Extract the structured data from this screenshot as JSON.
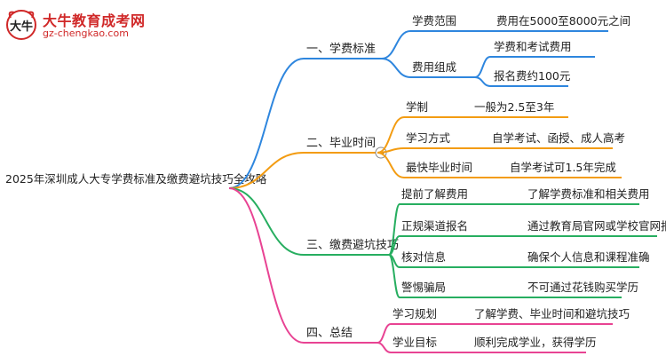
{
  "logo": {
    "title": "大牛教育成考网",
    "url": "gz-chengkao.com",
    "mark_text": "大牛"
  },
  "root": {
    "label": "2025年深圳成人大专学费标准及缴费避坑技巧全攻略"
  },
  "colors": {
    "branch_1": "#2e86de",
    "branch_2": "#f39c12",
    "branch_3": "#27ae60",
    "branch_4": "#e84393",
    "logo_red": "#d02828"
  },
  "branches": [
    {
      "label": "一、学费标准",
      "children": [
        {
          "label": "学费范围",
          "children": [
            {
              "label": "费用在5000至8000元之间"
            }
          ]
        },
        {
          "label": "费用组成",
          "children": [
            {
              "label": "学费和考试费用"
            },
            {
              "label": "报名费约100元"
            }
          ]
        }
      ]
    },
    {
      "label": "二、毕业时间",
      "collapse_symbol": "−",
      "children": [
        {
          "label": "学制",
          "children": [
            {
              "label": "一般为2.5至3年"
            }
          ]
        },
        {
          "label": "学习方式",
          "children": [
            {
              "label": "自学考试、函授、成人高考"
            }
          ]
        },
        {
          "label": "最快毕业时间",
          "children": [
            {
              "label": "自学考试可1.5年完成"
            }
          ]
        }
      ]
    },
    {
      "label": "三、缴费避坑技巧",
      "children": [
        {
          "label": "提前了解费用",
          "children": [
            {
              "label": "了解学费标准和相关费用"
            }
          ]
        },
        {
          "label": "正规渠道报名",
          "children": [
            {
              "label": "通过教育局官网或学校官网报名"
            }
          ]
        },
        {
          "label": "核对信息",
          "children": [
            {
              "label": "确保个人信息和课程准确"
            }
          ]
        },
        {
          "label": "警惕骗局",
          "children": [
            {
              "label": "不可通过花钱购买学历"
            }
          ]
        }
      ]
    },
    {
      "label": "四、总结",
      "children": [
        {
          "label": "学习规划",
          "children": [
            {
              "label": "了解学费、毕业时间和避坑技巧"
            }
          ]
        },
        {
          "label": "学业目标",
          "children": [
            {
              "label": "顺利完成学业，获得学历"
            }
          ]
        }
      ]
    }
  ]
}
